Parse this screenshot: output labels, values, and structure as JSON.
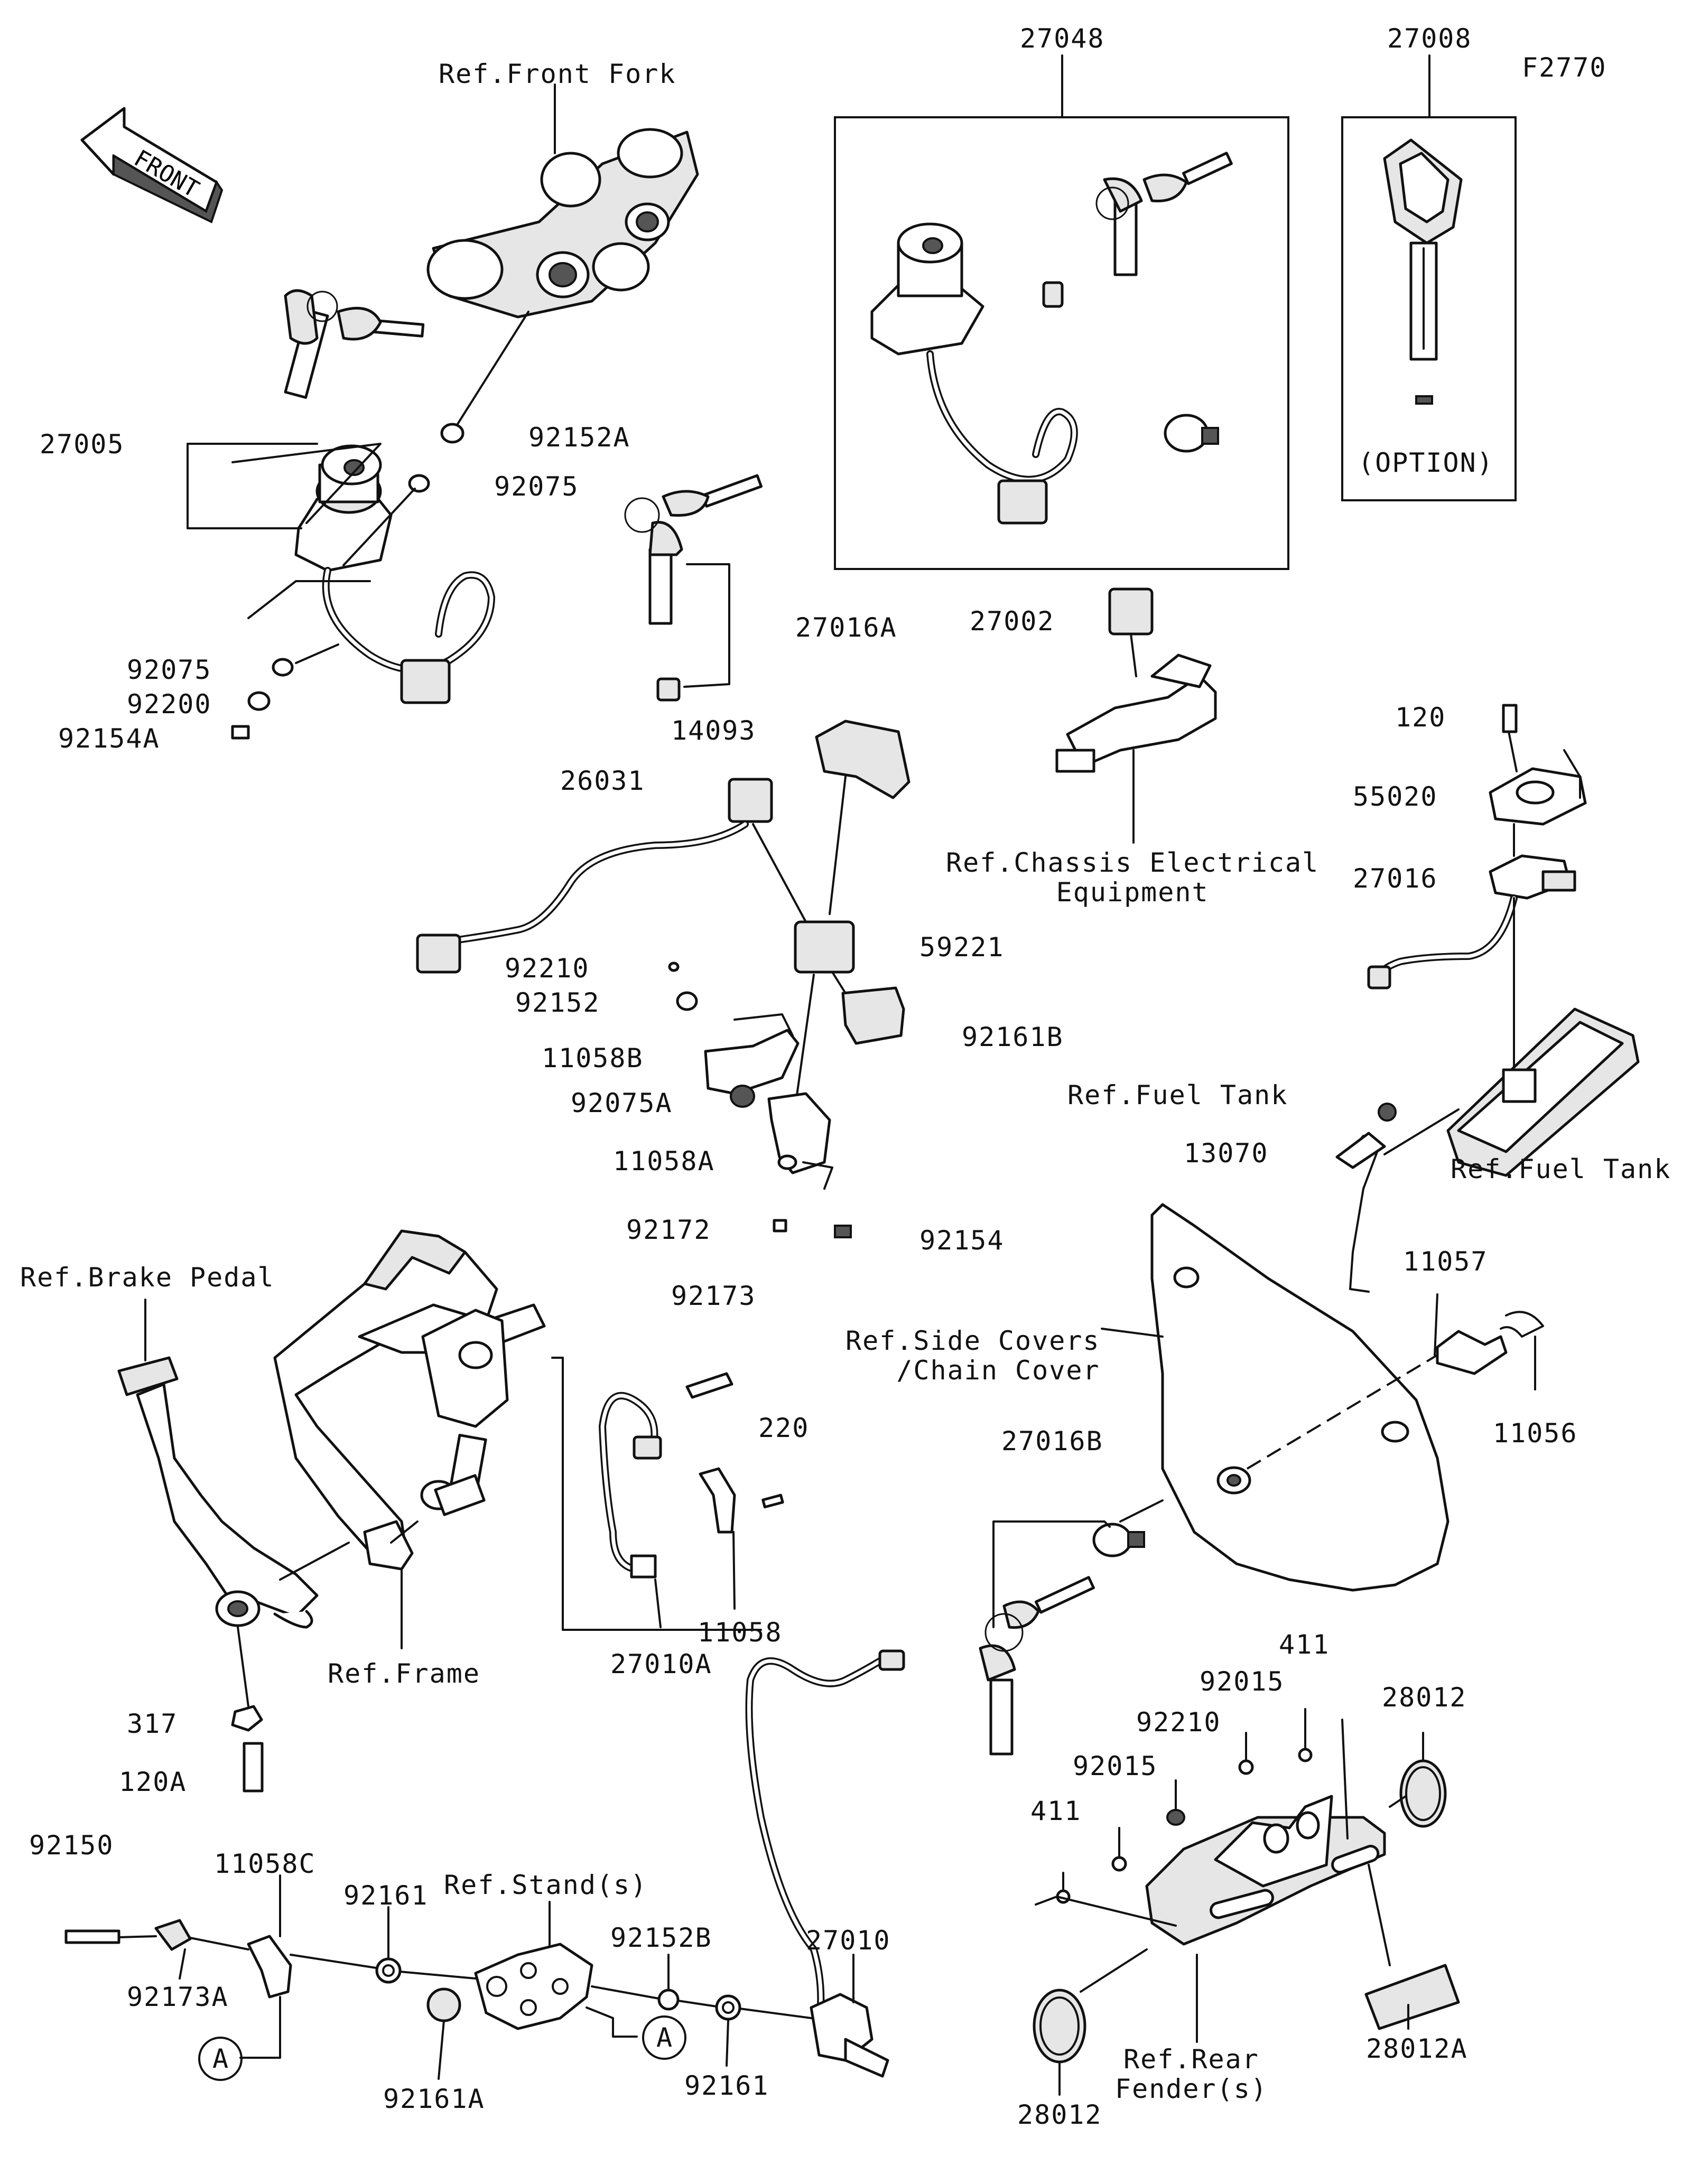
{
  "diagram_code": "F2770",
  "front_arrow": {
    "text": "FRONT"
  },
  "boxes": {
    "kit_27048": {
      "number": "27048"
    },
    "key_27008": {
      "number": "27008",
      "note": "(OPTION)"
    }
  },
  "labels": {
    "ref_front_fork": "Ref.Front Fork",
    "p27005": "27005",
    "p92152A": "92152A",
    "p92075_upper": "92075",
    "p92075_lower": "92075",
    "p92200": "92200",
    "p92154A": "92154A",
    "p27016A": "27016A",
    "p27002": "27002",
    "ref_chassis": "Ref.Chassis Electrical\nEquipment",
    "p14093": "14093",
    "p26031": "26031",
    "p59221": "59221",
    "p92210_mid": "92210",
    "p92152": "92152",
    "p11058B": "11058B",
    "p92161B": "92161B",
    "p92075A": "92075A",
    "p11058A": "11058A",
    "p92172": "92172",
    "p92154": "92154",
    "p120": "120",
    "p55020": "55020",
    "p27016": "27016",
    "ref_fuel_tank_1": "Ref.Fuel Tank",
    "p13070": "13070",
    "ref_fuel_tank_2": "Ref.Fuel Tank",
    "ref_brake_pedal": "Ref.Brake Pedal",
    "p92173": "92173",
    "p220": "220",
    "ref_side_covers": "Ref.Side Covers\n/Chain Cover",
    "p11057": "11057",
    "p11056": "11056",
    "p27016B": "27016B",
    "ref_frame": "Ref.Frame",
    "p27010A": "27010A",
    "p11058": "11058",
    "p317": "317",
    "p120A": "120A",
    "p411_right": "411",
    "p92015_right": "92015",
    "p28012_top": "28012",
    "p92210_low": "92210",
    "p92015_left": "92015",
    "p411_left": "411",
    "p92150": "92150",
    "p11058C": "11058C",
    "p92161_left": "92161",
    "ref_stands": "Ref.Stand(s)",
    "p92152B": "92152B",
    "p27010": "27010",
    "p92173A": "92173A",
    "p92161A": "92161A",
    "p92161_right": "92161",
    "ref_rear_fender": "Ref.Rear\nFender(s)",
    "p28012A": "28012A",
    "p28012_bottom": "28012"
  },
  "markers": {
    "a_left": "A",
    "a_right": "A"
  }
}
